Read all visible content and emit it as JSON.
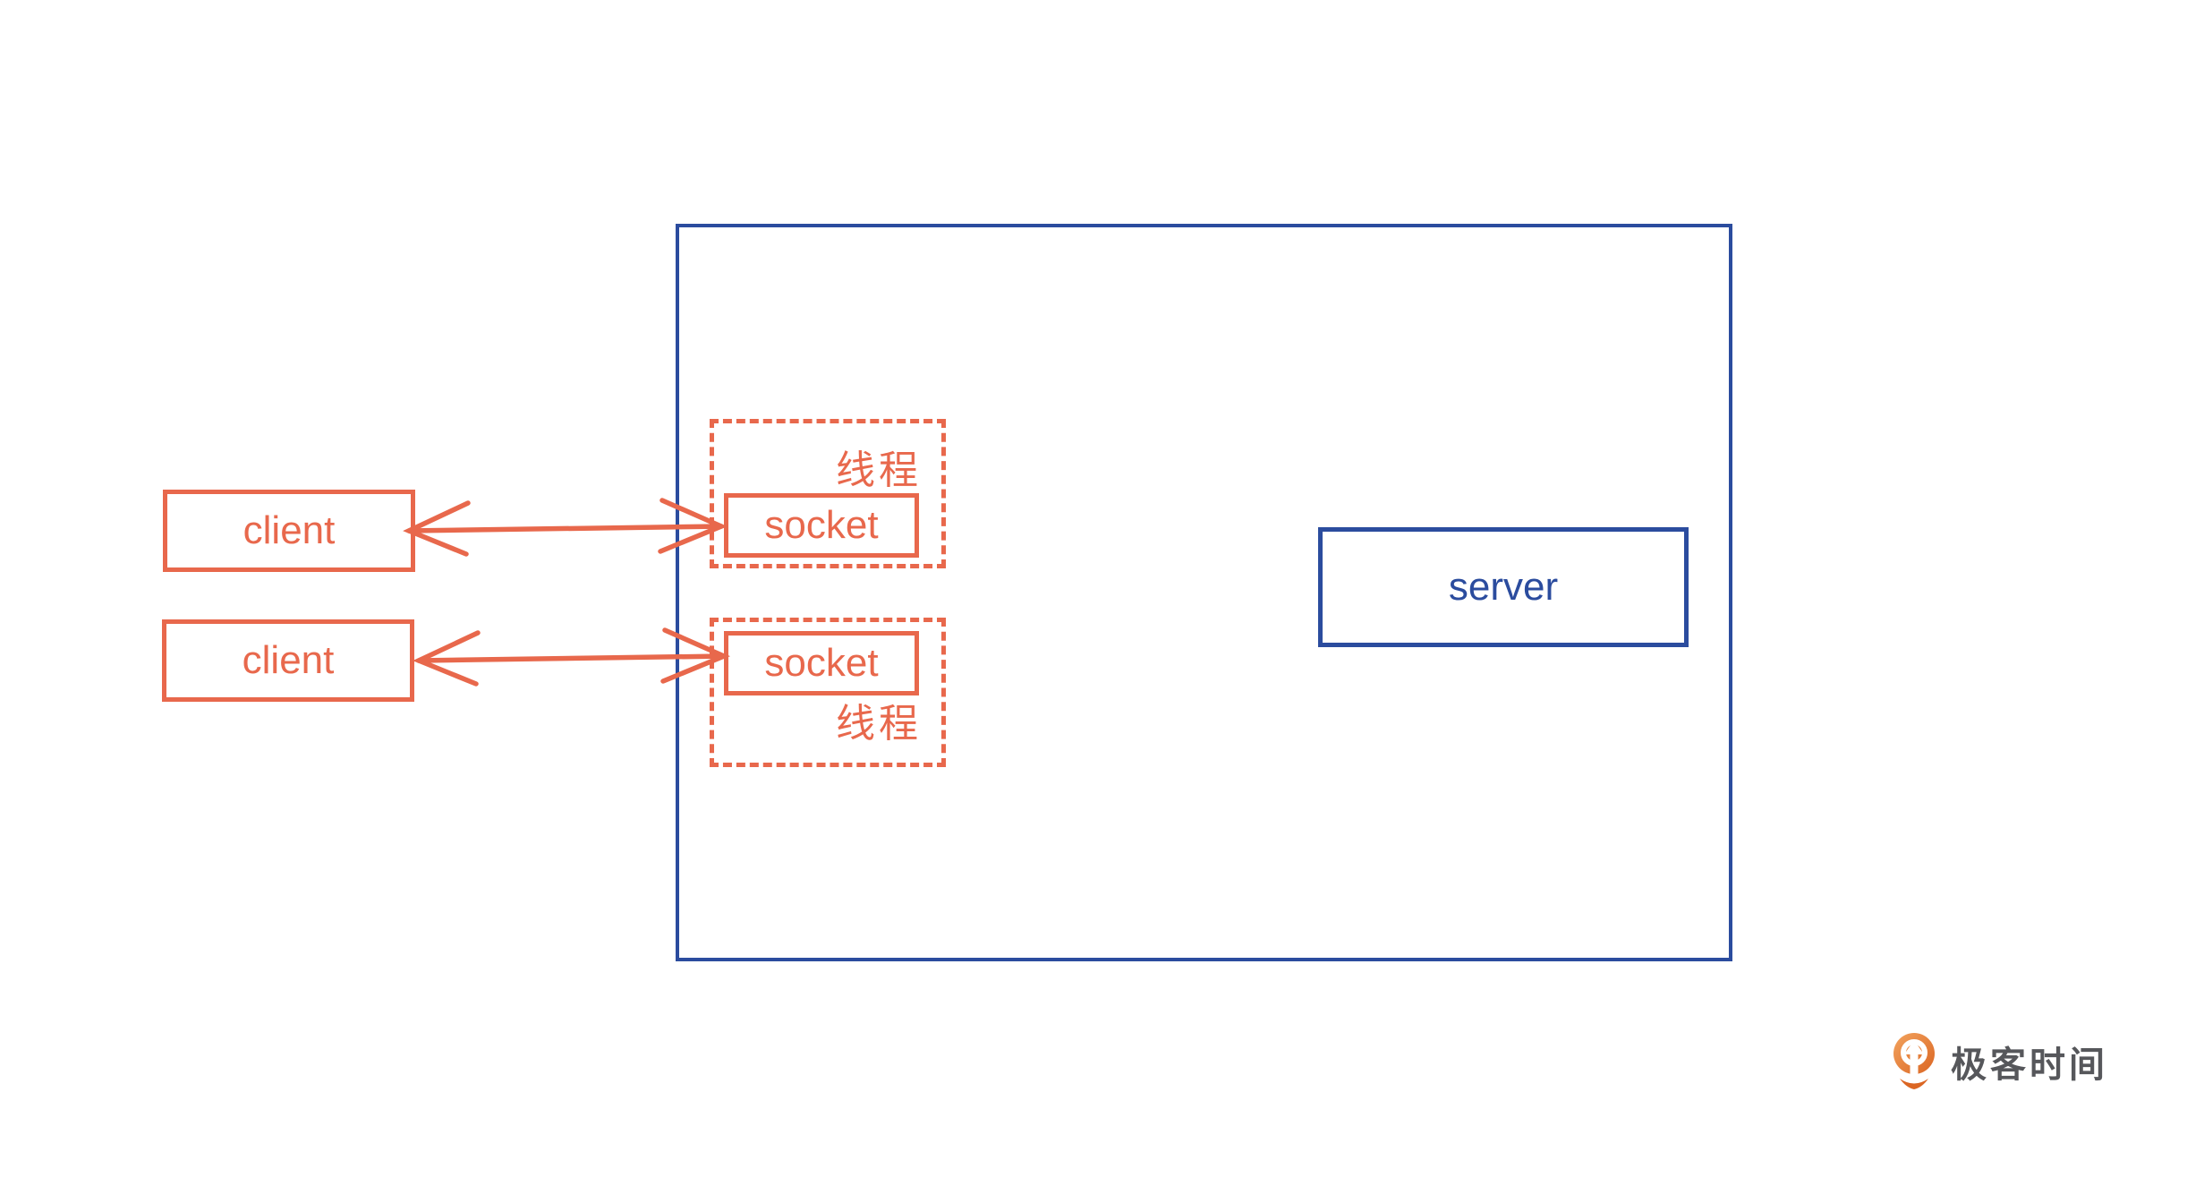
{
  "diagram": {
    "clients": [
      {
        "label": "client"
      },
      {
        "label": "client"
      }
    ],
    "server_container": {
      "server_label": "server"
    },
    "threads": [
      {
        "label": "线程",
        "socket_label": "socket"
      },
      {
        "label": "线程",
        "socket_label": "socket"
      }
    ],
    "arrows": [
      {
        "type": "bidirectional",
        "from": "client-1",
        "to": "socket-1"
      },
      {
        "type": "bidirectional",
        "from": "client-2",
        "to": "socket-2"
      }
    ]
  },
  "colors": {
    "accent_orange": "#E8684C",
    "accent_blue": "#2B4C9E",
    "logo_text_gray": "#56575B",
    "logo_orange_light": "#F2A35E",
    "logo_orange_dark": "#DB6623"
  },
  "logo": {
    "icon": "geektime-logo-icon",
    "text": "极客时间"
  }
}
